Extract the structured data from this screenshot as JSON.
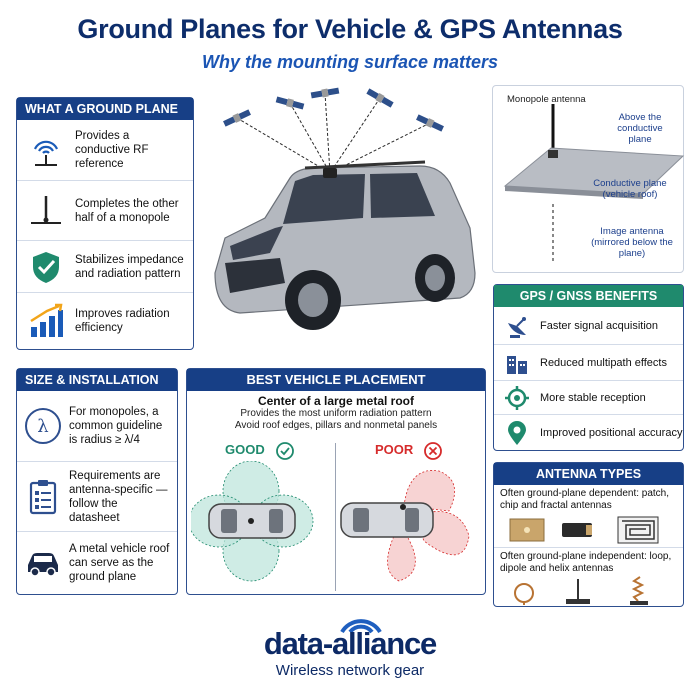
{
  "header": {
    "title": "Ground Planes for Vehicle & GPS Antennas",
    "subtitle": "Why the mounting surface matters"
  },
  "what_panel": {
    "title": "WHAT A GROUND PLANE DOES",
    "items": [
      {
        "icon": "rf-signal-icon",
        "text": "Provides a conductive RF reference"
      },
      {
        "icon": "monopole-icon",
        "text": "Completes the other half of a monopole"
      },
      {
        "icon": "shield-check-icon",
        "text": "Stabilizes impedance and radiation pattern"
      },
      {
        "icon": "bar-chart-up-icon",
        "text": "Improves radiation efficiency"
      }
    ]
  },
  "diagram_panel": {
    "monopole_label": "Monopole antenna",
    "above_label": "Above the conductive plane",
    "plane_label": "Conductive plane (vehicle roof)",
    "image_label": "Image antenna (mirrored below the plane)"
  },
  "gps_panel": {
    "title": "GPS / GNSS BENEFITS",
    "items": [
      {
        "icon": "satellite-dish-icon",
        "text": "Faster signal acquisition"
      },
      {
        "icon": "building-icon",
        "text": "Reduced multipath effects"
      },
      {
        "icon": "crosshair-icon",
        "text": "More stable reception"
      },
      {
        "icon": "location-pin-icon",
        "text": "Improved positional accuracy"
      }
    ]
  },
  "size_panel": {
    "title": "SIZE & INSTALLATION",
    "lambda_symbol": "λ",
    "items": [
      {
        "icon": "lambda-icon",
        "text": "For monopoles, a common guideline is radius ≥ λ/4"
      },
      {
        "icon": "checklist-icon",
        "text": "Requirements are antenna-specific — follow the datasheet"
      },
      {
        "icon": "car-icon",
        "text": "A metal vehicle roof can serve as the ground plane"
      }
    ]
  },
  "placement_panel": {
    "title": "BEST VEHICLE PLACEMENT",
    "headline": "Center of a large metal roof",
    "line1": "Provides the most uniform radiation pattern",
    "line2": "Avoid roof edges, pillars and nonmetal panels",
    "good_label": "GOOD",
    "poor_label": "POOR"
  },
  "types_panel": {
    "title": "ANTENNA TYPES",
    "dependent_text": "Often ground-plane dependent: patch, chip and fractal antennas",
    "independent_text": "Often ground-plane independent: loop, dipole and helix antennas"
  },
  "logo": {
    "name": "data-alliance",
    "tagline": "Wireless network gear"
  },
  "colors": {
    "navy": "#173f86",
    "title_blue": "#0d2d6b",
    "accent_blue": "#1b55b4",
    "good_green": "#1f8a6d",
    "poor_red": "#d62b2b"
  }
}
